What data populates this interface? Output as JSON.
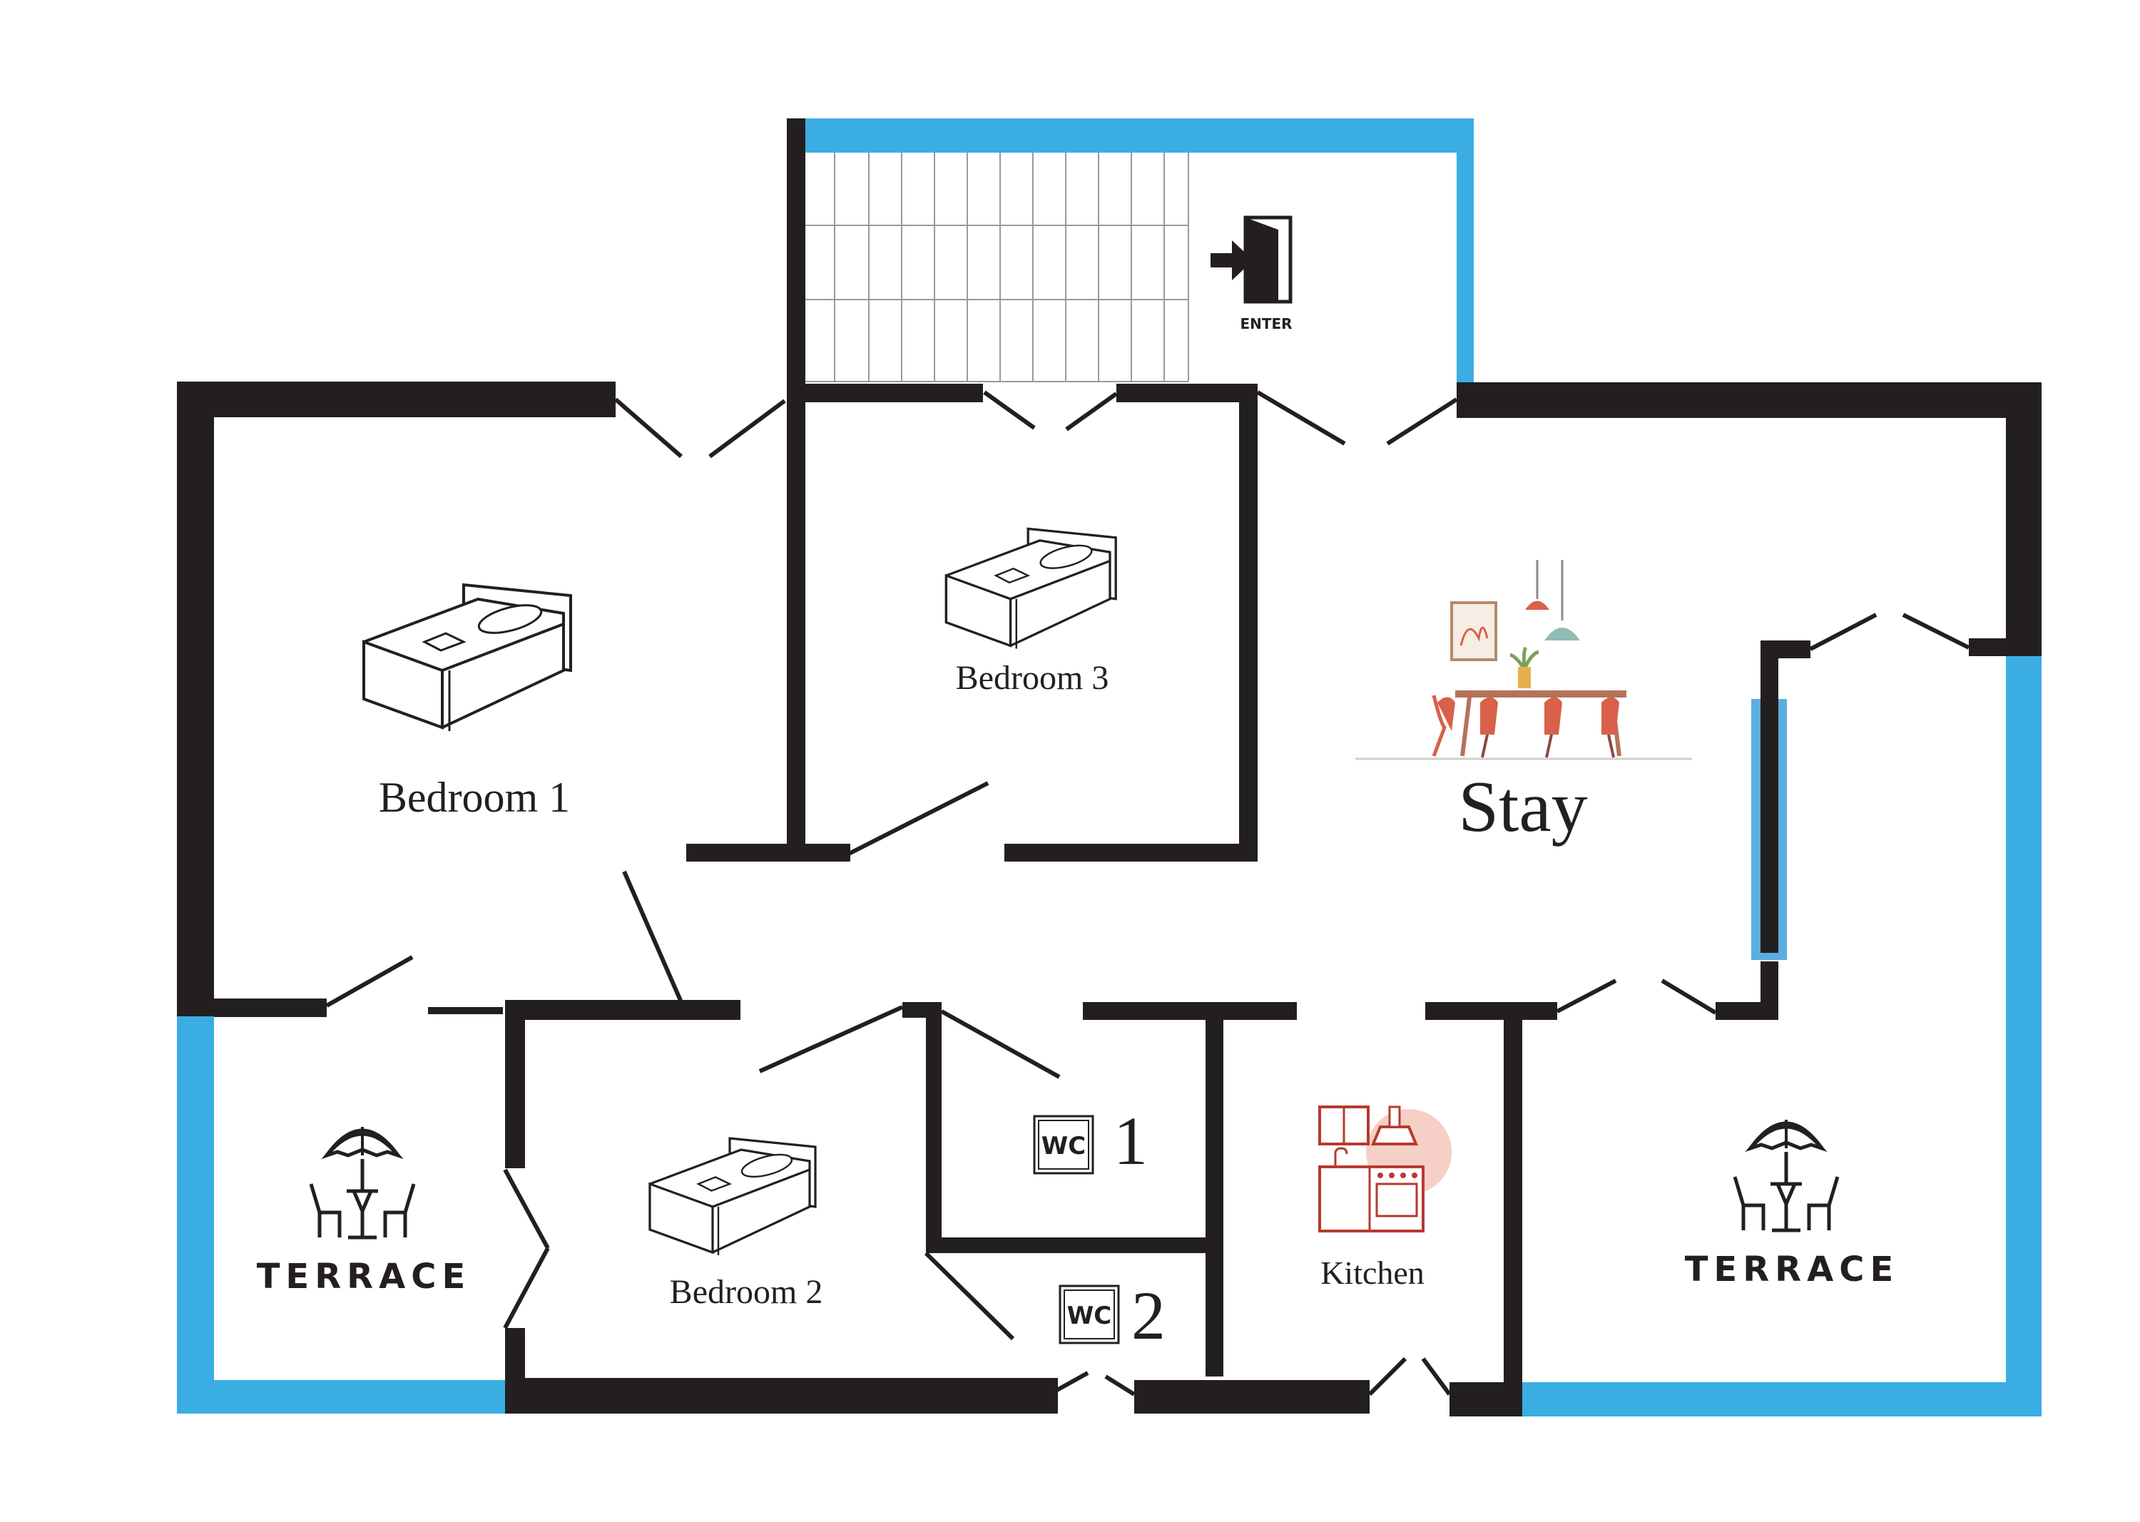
{
  "rooms": {
    "bedroom1": "Bedroom 1",
    "bedroom2": "Bedroom 2",
    "bedroom3": "Bedroom 3",
    "stay": "Stay",
    "kitchen": "Kitchen",
    "wc1_number": "1",
    "wc2_number": "2",
    "terrace_left": "TERRACE",
    "terrace_right": "TERRACE"
  },
  "badges": {
    "wc1": "WC",
    "wc2": "WC"
  },
  "entrance": {
    "label": "ENTER"
  },
  "icons": {
    "bed": "bed-icon",
    "terrace": "patio-umbrella-icon",
    "dining": "dining-table-icon",
    "kitchen": "kitchen-icon",
    "enter": "enter-door-icon"
  },
  "colors": {
    "wall": "#231f20",
    "window": "#3aaee3",
    "window_inner": "#5baee0",
    "dining_chairs": "#d9604a",
    "kitchen_outline": "#b63a2f",
    "kitchen_accent": "#f6cfc6"
  }
}
